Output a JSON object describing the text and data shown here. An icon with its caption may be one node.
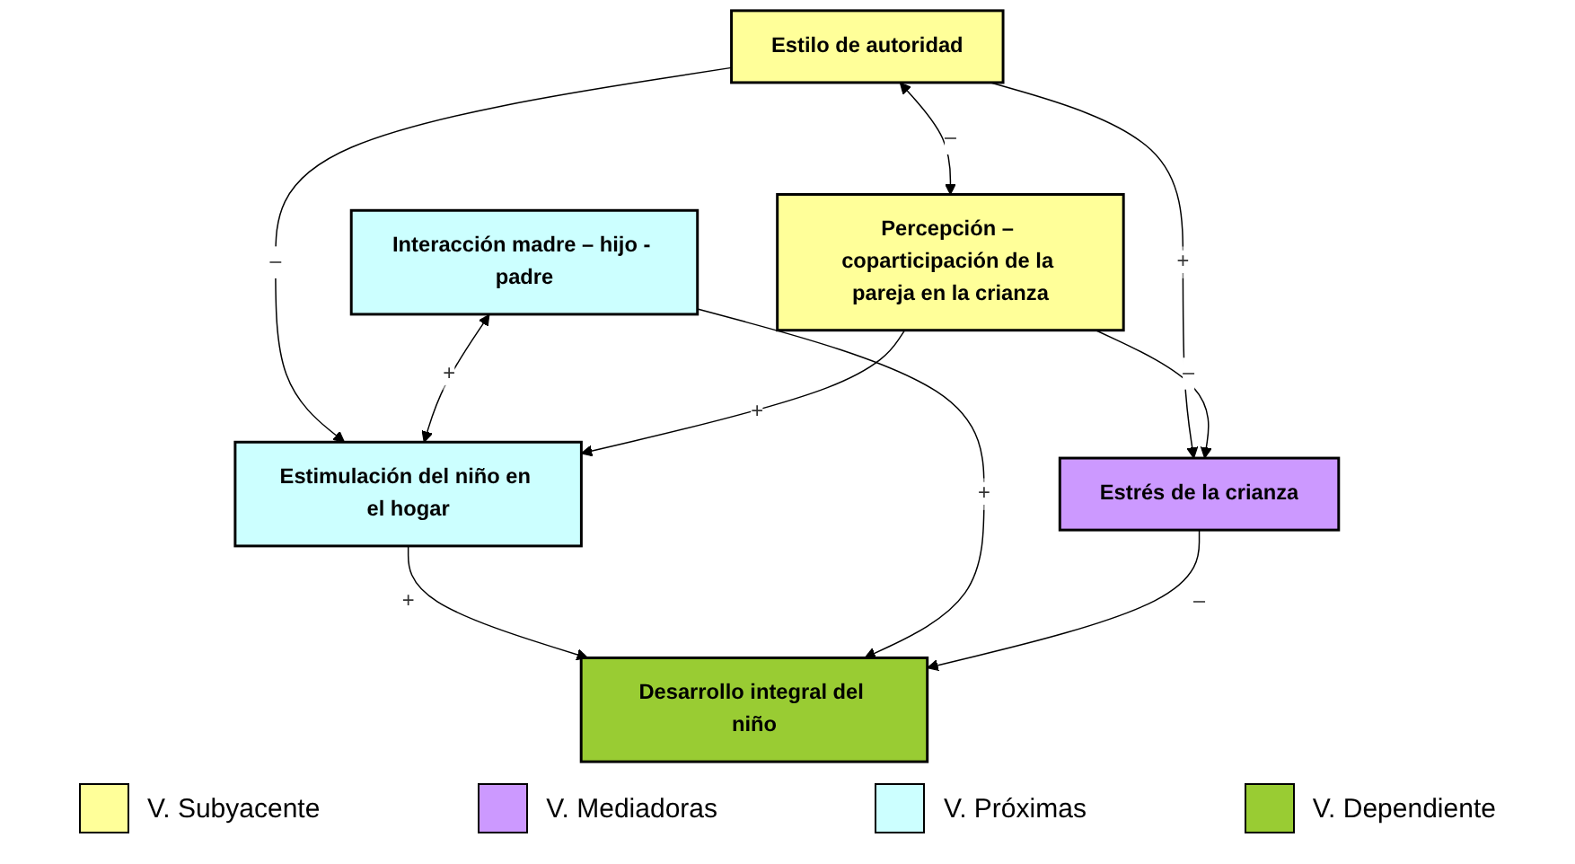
{
  "diagram": {
    "nodes": [
      {
        "text": [
          "Estilo de autoridad"
        ]
      },
      {
        "text": [
          "Estimulación del niño en el hogar"
        ]
      },
      {
        "text": [
          "Interacción madre – hijo - padre"
        ]
      },
      {
        "text": [
          "Desarrollo integral del niño"
        ]
      },
      {
        "text": [
          "Estrés de la crianza"
        ]
      },
      {
        "text": [
          "Percepción – coparticipación de la pareja en la crianza"
        ]
      }
    ],
    "edges": [
      {
        "from": 0,
        "to": 1,
        "label": "–",
        "arrow": "to"
      },
      {
        "from": 0,
        "to": 4,
        "label": "+",
        "arrow": "to"
      },
      {
        "from": 0,
        "to": 5,
        "label": "–",
        "arrow": "both"
      },
      {
        "from": 2,
        "to": 1,
        "label": "+",
        "arrow": "both"
      },
      {
        "from": 1,
        "to": 3,
        "label": "+",
        "arrow": "to"
      },
      {
        "from": 2,
        "to": 3,
        "label": "+",
        "arrow": "to"
      },
      {
        "from": 4,
        "to": 3,
        "label": "–",
        "arrow": "to"
      },
      {
        "from": 5,
        "to": 4,
        "label": "–",
        "arrow": "to"
      },
      {
        "from": 5,
        "to": 1,
        "label": "+",
        "arrow": "to"
      }
    ],
    "legend": [
      {
        "text": "V. Subyacente",
        "color": "#ffff99"
      },
      {
        "text": "V. Mediadoras",
        "color": "#cc99ff"
      },
      {
        "text": "V. Próximas",
        "color": "#ccffff"
      },
      {
        "text": "V. Dependiente",
        "color": "#99cc33"
      }
    ]
  }
}
